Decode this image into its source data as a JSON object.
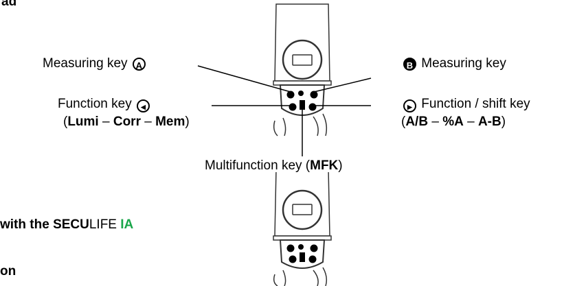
{
  "top_fragment": "ad",
  "labels": {
    "measuring_a": {
      "text": "Measuring key",
      "icon": "A"
    },
    "measuring_b": {
      "text": "Measuring key",
      "icon": "B"
    },
    "function_left": {
      "text": "Function key",
      "modes": {
        "open": "(",
        "lumi": "Lumi",
        "sep1": " – ",
        "corr": "Corr",
        "sep2": " – ",
        "mem": "Mem",
        "close": ")"
      }
    },
    "function_right": {
      "text": "Function / shift key",
      "modes": {
        "open": "(",
        "ab": "A/B",
        "sep1": " – ",
        "pa": "%A",
        "sep2": " – ",
        "amb": "A-B",
        "close": ")"
      }
    },
    "mfk": {
      "prefix": "Multifunction key (",
      "key": "MFK",
      "suffix": ")"
    }
  },
  "bottom_left": {
    "line1": {
      "a": "with the ",
      "b": "SECU",
      "c": "LIFE ",
      "d": "IA"
    },
    "line2": "on"
  },
  "colors": {
    "accent_green": "#1aa64a",
    "outline": "#222222"
  }
}
